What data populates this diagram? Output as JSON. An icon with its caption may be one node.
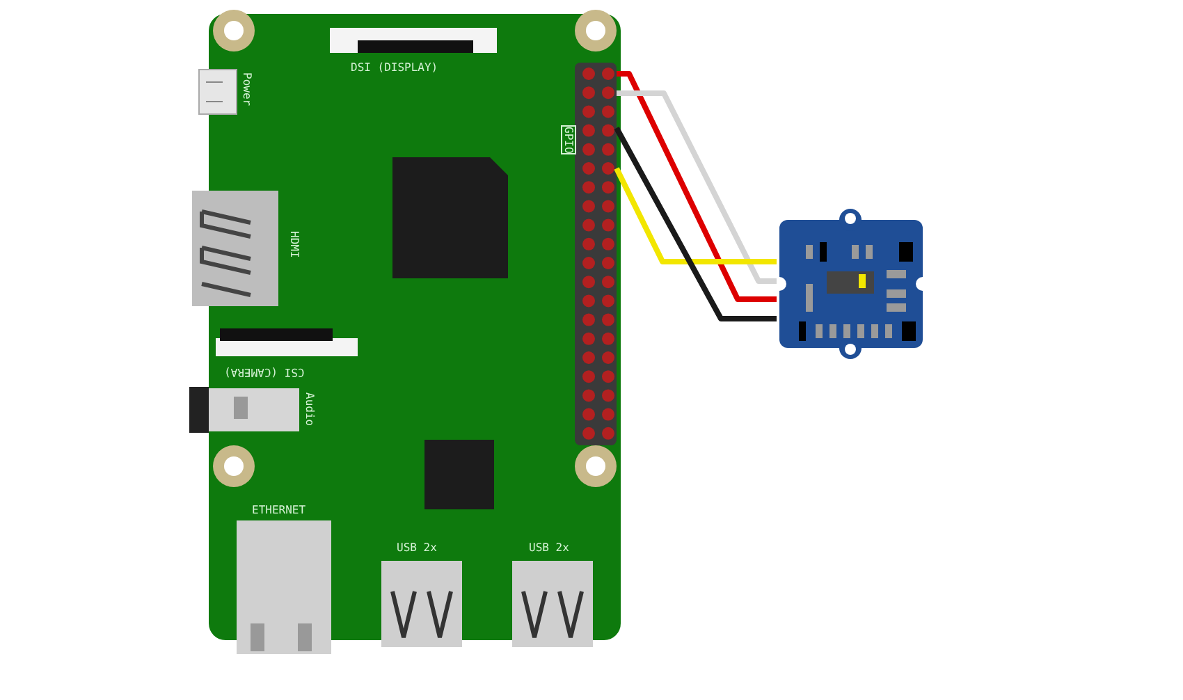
{
  "diagram": {
    "nodes": [
      {
        "text": [],
        "shape": "bar",
        "beside": [
          "GPIO"
        ]
      },
      {
        "text": [],
        "shape": "picture"
      }
    ],
    "edges": [
      {
        "from": 0,
        "to": 1,
        "arrow": "none",
        "color": "#dd0000"
      },
      {
        "from": 0,
        "to": 1,
        "arrow": "none",
        "color": "#d4d4d4"
      },
      {
        "from": 0,
        "to": 1,
        "arrow": "none",
        "color": "#f2e600"
      },
      {
        "from": 0,
        "to": 1,
        "arrow": "none",
        "color": "#1a1a1a"
      }
    ],
    "labels": [
      "DSI (DISPLAY)",
      "Power",
      "HDMI",
      "CSI (CAMERA)",
      "Audio",
      "ETHERNET",
      "USB 2x",
      "USB 2x"
    ]
  }
}
